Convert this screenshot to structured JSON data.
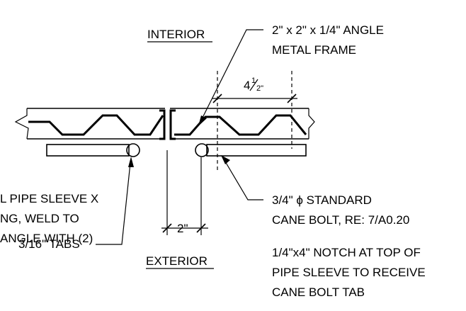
{
  "labels": {
    "interior": "INTERIOR",
    "exterior": "EXTERIOR",
    "angle_1": "2\" x 2\" x 1/4\" ANGLE",
    "angle_2": "METAL FRAME",
    "dim_top_whole": "4",
    "dim_top_num": "1",
    "dim_top_den": "2\"",
    "dim_bottom": "2\"",
    "bolt_1": "3/4\" ϕ STANDARD",
    "bolt_2": "CANE BOLT, RE: 7/A0.20",
    "notch_1": "1/4\"x4\" NOTCH AT TOP OF",
    "notch_2": "PIPE SLEEVE TO RECEIVE",
    "notch_3": "CANE BOLT TAB",
    "sleeve_1": "L PIPE SLEEVE X",
    "sleeve_2": "NG, WELD TO",
    "sleeve_3": "ANGLE WITH (2)",
    "sleeve_4": "3/16\" TABS"
  }
}
